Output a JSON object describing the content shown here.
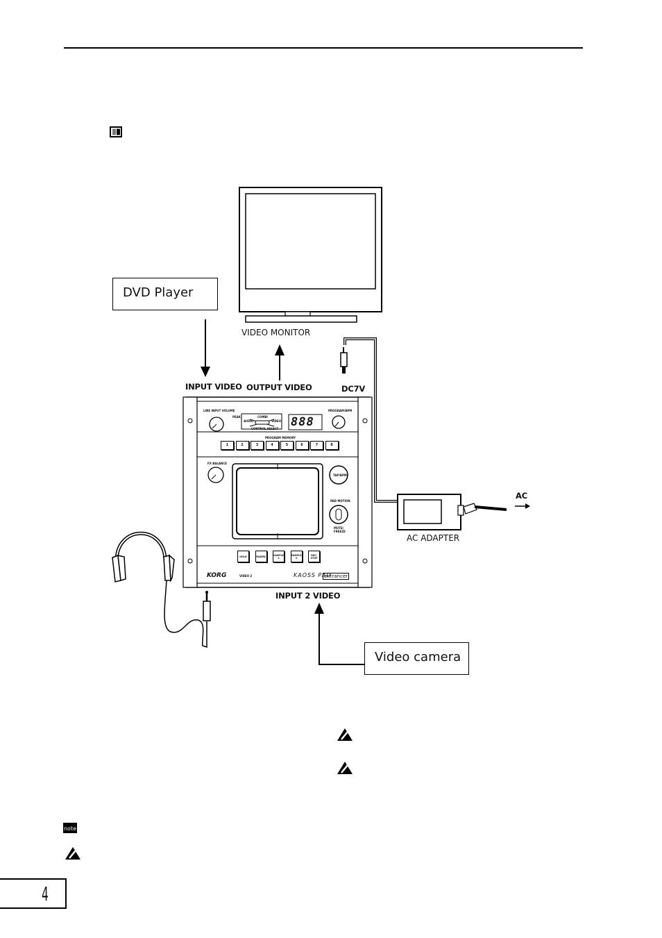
{
  "page": {
    "number": "4"
  },
  "labels": {
    "dvd_player": "DVD Player",
    "video_camera": "Video camera",
    "video_monitor": "VIDEO MONITOR",
    "input_video": "INPUT VIDEO",
    "output_video": "OUTPUT VIDEO",
    "dc7v": "DC7V",
    "ac": "AC",
    "ac_adapter": "AC ADAPTER",
    "input2_video": "INPUT 2 VIDEO"
  },
  "device": {
    "line_input_volume": "LINE INPUT VOLUME",
    "peak": "PEAK",
    "audio": "AUDIO",
    "combi": "COMBI",
    "video": "VIDEO",
    "control_select": "CONTROL SELECT",
    "display": "888",
    "program_bpm": "PROGRAM/BPM",
    "program_memory": "PROGRAM MEMORY",
    "memory_buttons": [
      "1",
      "2",
      "3",
      "4",
      "5",
      "6",
      "7",
      "8"
    ],
    "fx_balance": "FX BALANCE",
    "tap_bpm": "TAP/BPM",
    "pad_motion": "PAD MOTION",
    "mute_freeze": "MUTE/ FREEZE",
    "bottom_buttons": [
      "HOLD",
      "FADEIN",
      "SAMPLE 1",
      "SAMPLE 2",
      "REC/ STOP"
    ],
    "brand": "KORG",
    "video2": "VIDEO 2",
    "product": "KAOSS PAD",
    "product_sub": "entrancer"
  },
  "icons": [
    "square-bullet-icon",
    "caution-icon",
    "note-icon"
  ]
}
